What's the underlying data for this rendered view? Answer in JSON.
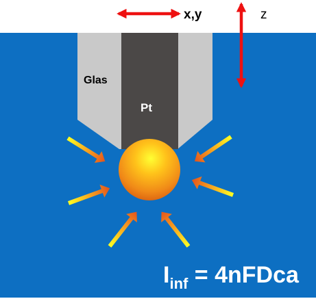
{
  "labels": {
    "xy": "x,y",
    "z": "z",
    "glass": "Glas",
    "pt": "Pt"
  },
  "formula": {
    "i": "I",
    "sub": "inf",
    "rest": " = 4nFDca"
  },
  "colors": {
    "solution": "#0d6fc2",
    "glass": "#c9c9c9",
    "platinum": "#4b4847",
    "arrow_red": "#ee1111",
    "text_dark": "#000000",
    "text_light": "#ffffff"
  },
  "icons": {
    "xy_axis": "double-arrow-horizontal-icon",
    "z_axis": "double-arrow-vertical-icon",
    "diffusion": "diffusion-arrow-icon",
    "sphere": "diffusion-sphere"
  }
}
